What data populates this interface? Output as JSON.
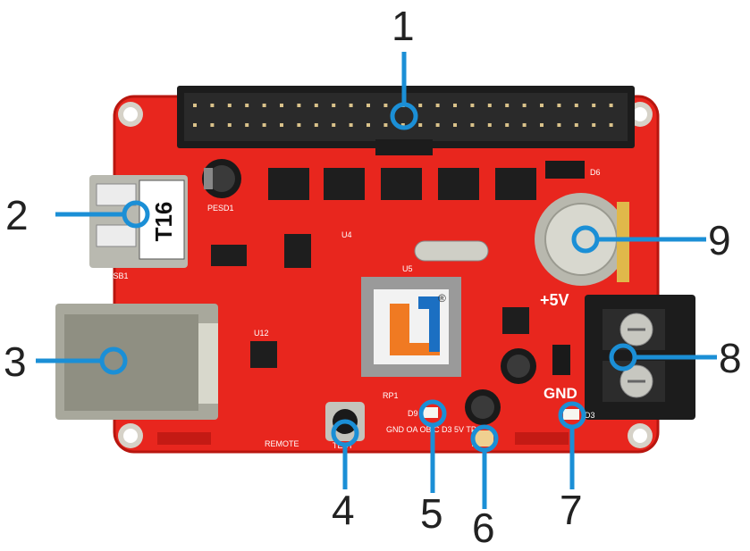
{
  "colors": {
    "board": "#e8261e",
    "board_dark": "#c41a14",
    "callout": "#1b8fd6",
    "callout_number": "#222222",
    "connector": "#1c1c1c",
    "metal": "#b9b9b0"
  },
  "board": {
    "usb_label": "T16",
    "usb_silk": "USB1",
    "test_silk": "TEST",
    "remote_silk": "REMOTE",
    "plus5v_silk": "+5V",
    "gnd_silk": "GND",
    "header_silk": "GND OA  OB  C  D3  5V  TP",
    "u5_silk": "U5",
    "u12_silk": "U12",
    "u4_silk": "U4",
    "d6_silk": "D6",
    "d9_silk": "D9",
    "d3_silk": "D3",
    "rp1_silk": "RP1",
    "pesd_silk": "PESD1",
    "logo_mark": "®"
  },
  "callouts": [
    {
      "id": "1",
      "label": "1"
    },
    {
      "id": "2",
      "label": "2"
    },
    {
      "id": "3",
      "label": "3"
    },
    {
      "id": "4",
      "label": "4"
    },
    {
      "id": "5",
      "label": "5"
    },
    {
      "id": "6",
      "label": "6"
    },
    {
      "id": "7",
      "label": "7"
    },
    {
      "id": "8",
      "label": "8"
    },
    {
      "id": "9",
      "label": "9"
    }
  ]
}
